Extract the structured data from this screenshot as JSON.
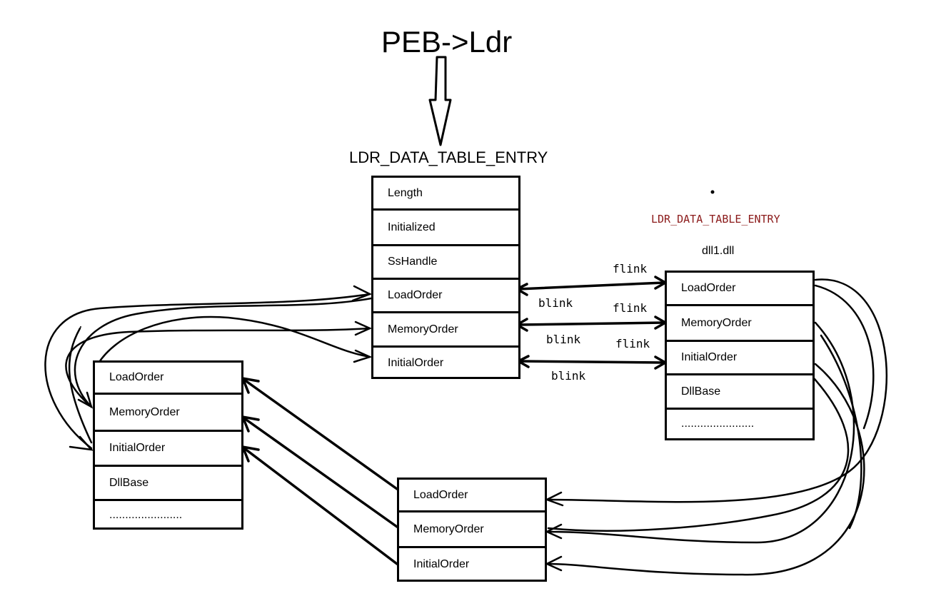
{
  "title": "PEB->Ldr",
  "header": "LDR_DATA_TABLE_ENTRY",
  "header_red": "LDR_DATA_TABLE_ENTRY",
  "dll_label": "dll1.dll",
  "main_box": {
    "fields": [
      "Length",
      "Initialized",
      "SsHandle",
      "LoadOrder",
      "MemoryOrder",
      "InitialOrder"
    ]
  },
  "right_box": {
    "fields": [
      "LoadOrder",
      "MemoryOrder",
      "InitialOrder",
      "DllBase",
      "......................."
    ]
  },
  "left_box": {
    "fields": [
      "LoadOrder",
      "MemoryOrder",
      "InitialOrder",
      "DllBase",
      "......................."
    ]
  },
  "bottom_box": {
    "fields": [
      "LoadOrder",
      "MemoryOrder",
      "InitialOrder"
    ]
  },
  "links": {
    "flink1": "flink",
    "blink1": "blink",
    "flink2": "flink",
    "blink2": "blink",
    "flink3": "flink",
    "blink3": "blink"
  },
  "colors": {
    "ink": "#000000",
    "red_label": "#8b1a1a"
  }
}
